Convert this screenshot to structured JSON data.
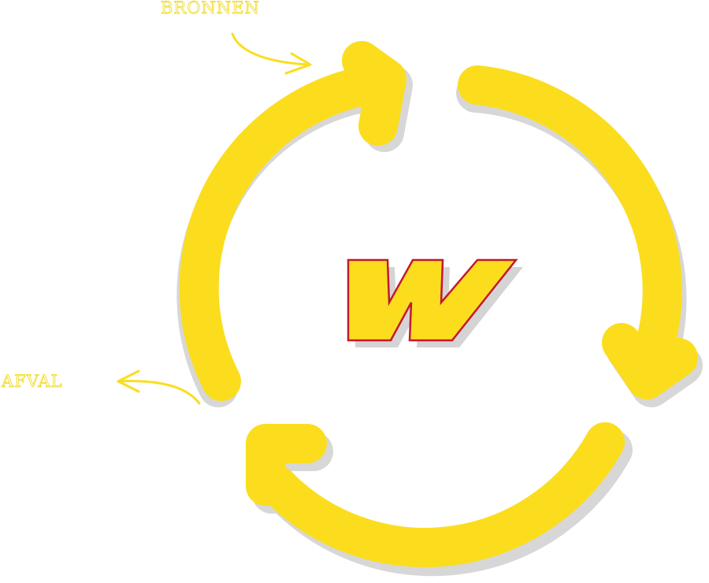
{
  "labels": {
    "sources": "BRONNEN",
    "waste": "AFVAL"
  },
  "logo": {
    "letter": "W"
  },
  "colors": {
    "cycle_arrow": "#fbdd1d",
    "shadow": "#d7d7d7",
    "label_stroke": "#f2dc2a",
    "logo_fill": "#fbdd1d",
    "logo_outline": "#c4182f",
    "background": "#ffffff"
  }
}
